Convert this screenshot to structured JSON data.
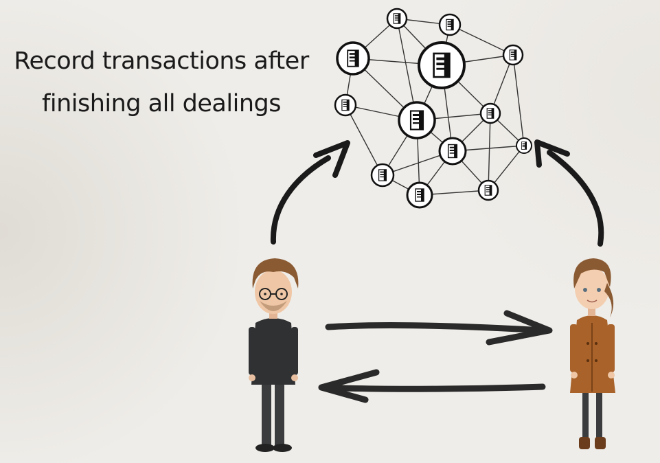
{
  "caption": {
    "line1": "Record transactions after",
    "line2": "finishing all dealings"
  },
  "colors": {
    "background": "#efede9",
    "ink": "#1a1a1a",
    "man_shirt": "#2f3133",
    "woman_coat": "#a8622a",
    "hair": "#8a5a33"
  },
  "icons": [
    "server-icon",
    "arrow-icon",
    "man-figure",
    "woman-figure"
  ]
}
